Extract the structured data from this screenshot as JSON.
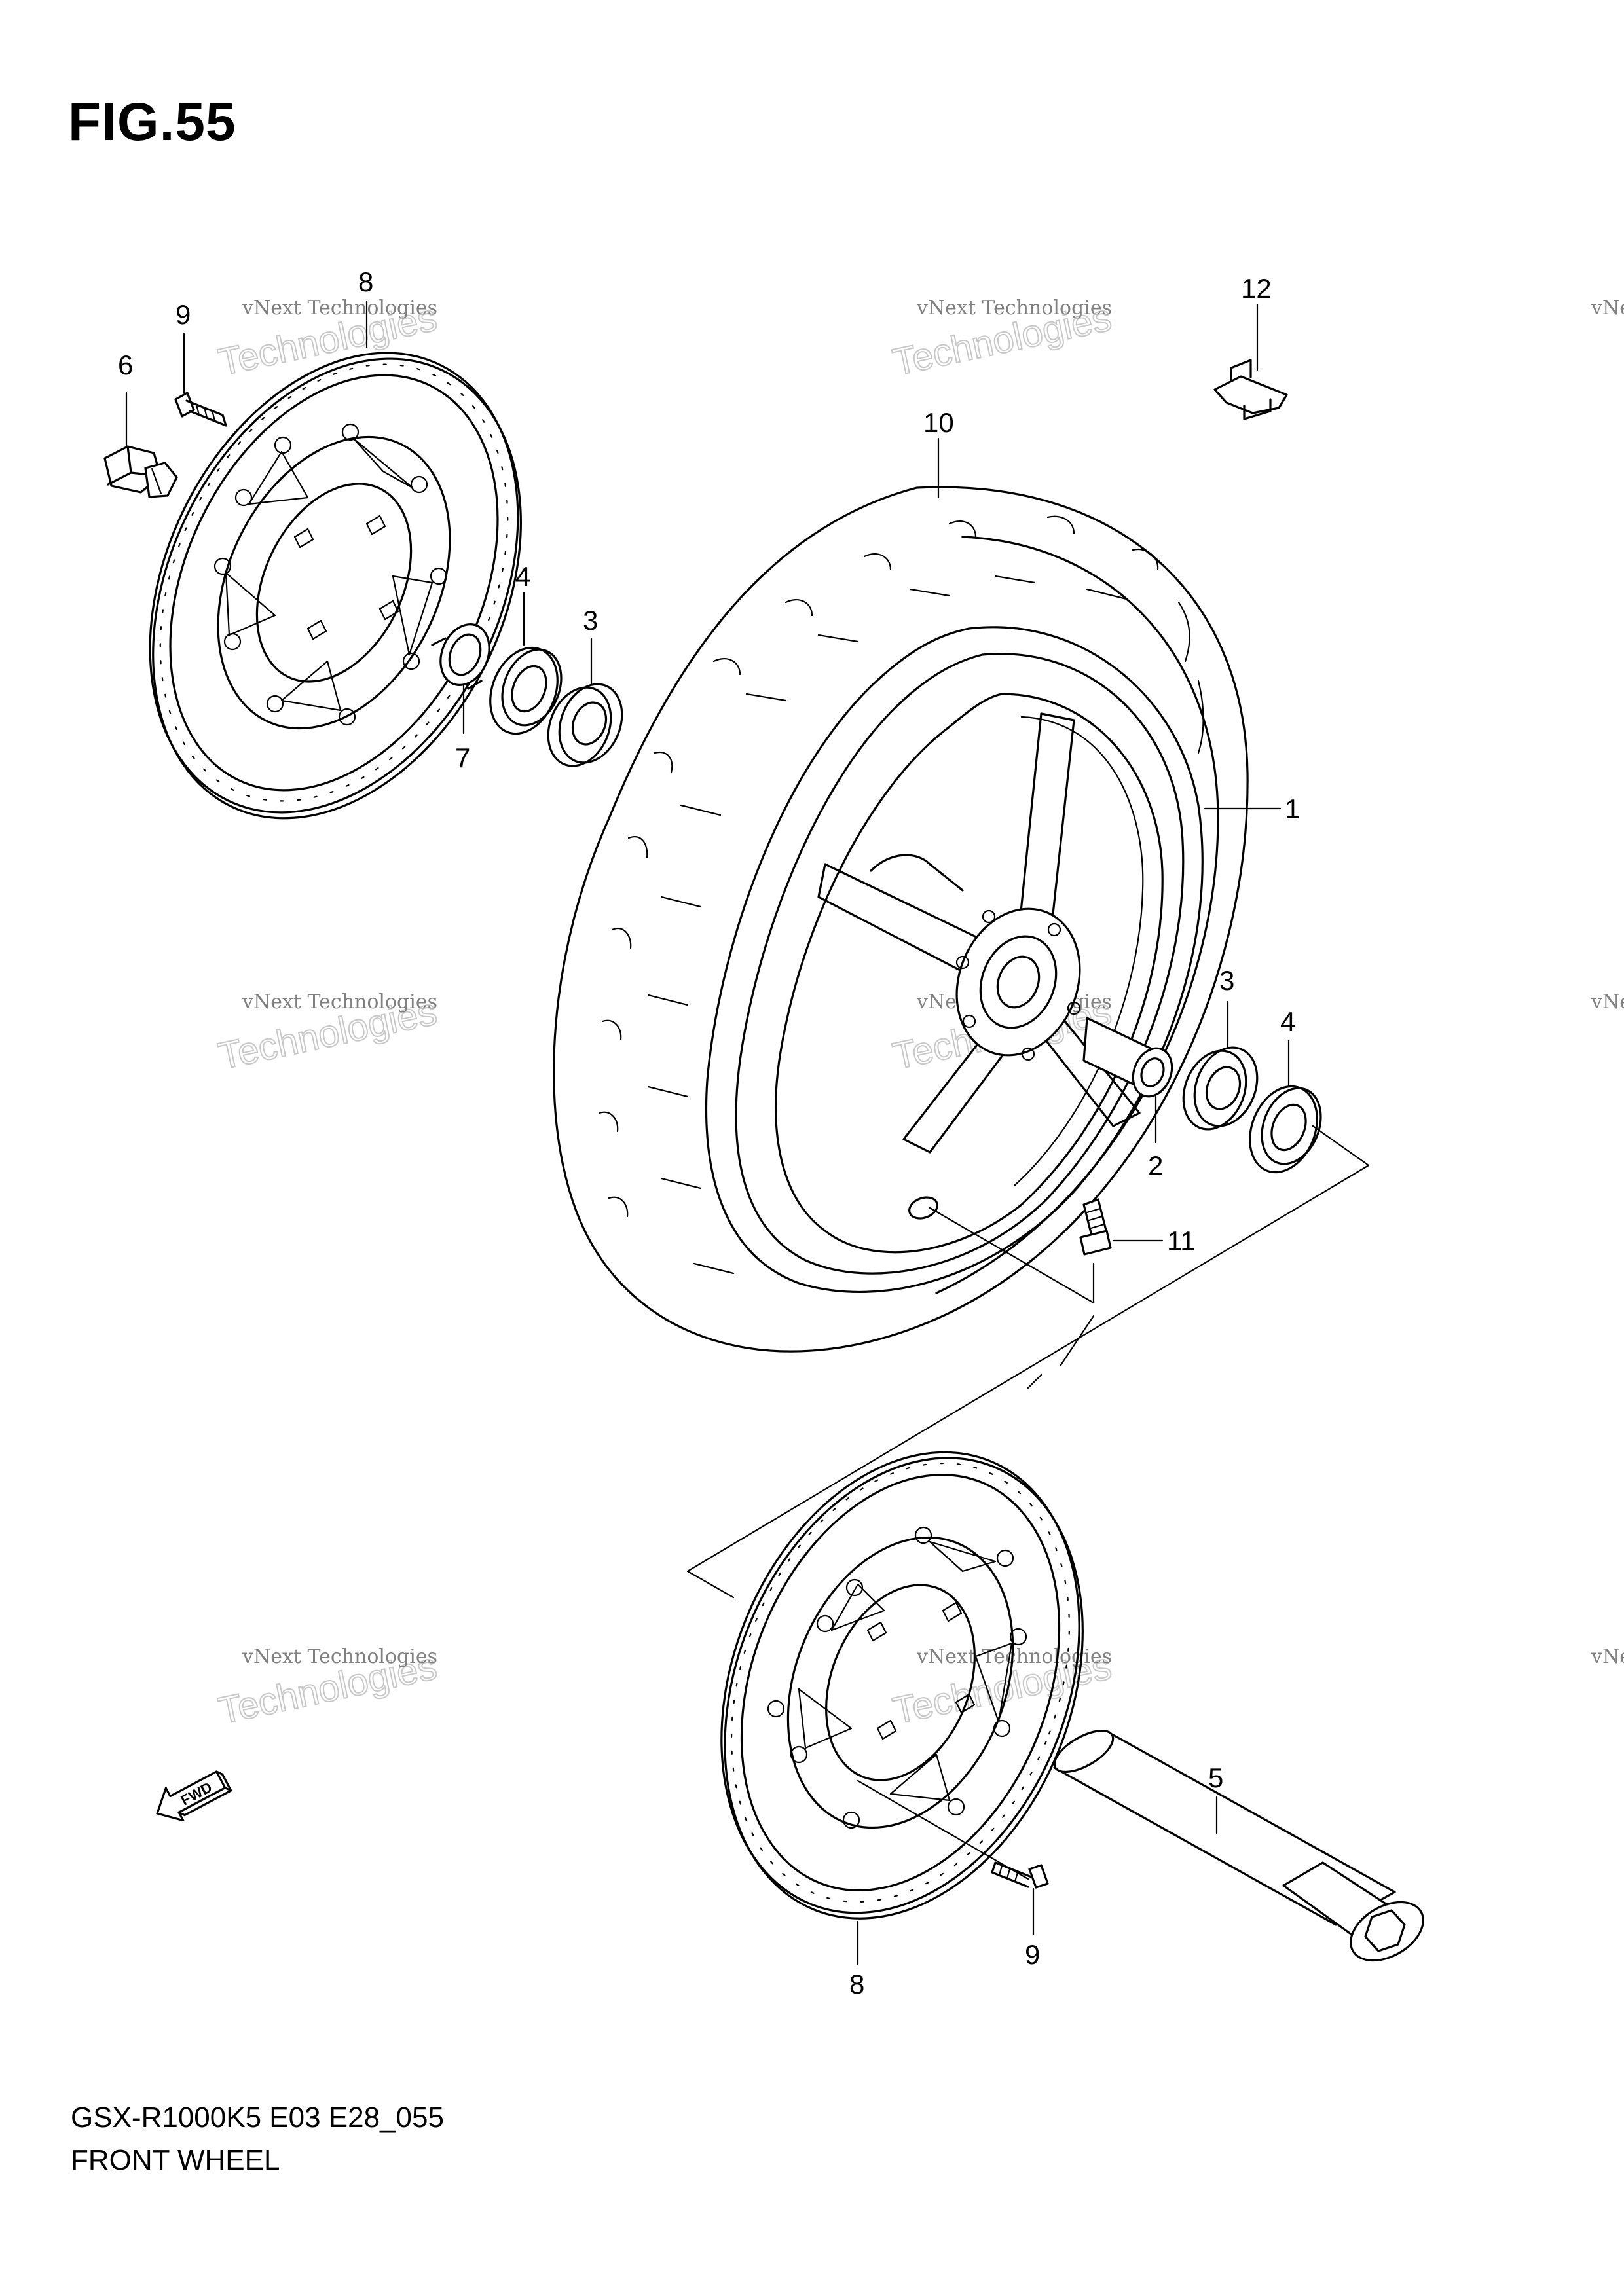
{
  "figure": {
    "title": "FIG.55",
    "model_code": "GSX-R1000K5 E03 E28_055",
    "section_name": "FRONT WHEEL"
  },
  "watermark": {
    "line1": "vNext Technologies",
    "line2": "Technologies",
    "line3": "vNext"
  },
  "fwd_arrow_label": "FWD",
  "callouts": [
    {
      "id": "c1",
      "number": "1"
    },
    {
      "id": "c2",
      "number": "2"
    },
    {
      "id": "c3a",
      "number": "3"
    },
    {
      "id": "c3b",
      "number": "3"
    },
    {
      "id": "c4a",
      "number": "4"
    },
    {
      "id": "c4b",
      "number": "4"
    },
    {
      "id": "c5",
      "number": "5"
    },
    {
      "id": "c6",
      "number": "6"
    },
    {
      "id": "c7",
      "number": "7"
    },
    {
      "id": "c8a",
      "number": "8"
    },
    {
      "id": "c8b",
      "number": "8"
    },
    {
      "id": "c9a",
      "number": "9"
    },
    {
      "id": "c9b",
      "number": "9"
    },
    {
      "id": "c10",
      "number": "10"
    },
    {
      "id": "c11",
      "number": "11"
    },
    {
      "id": "c12",
      "number": "12"
    }
  ]
}
